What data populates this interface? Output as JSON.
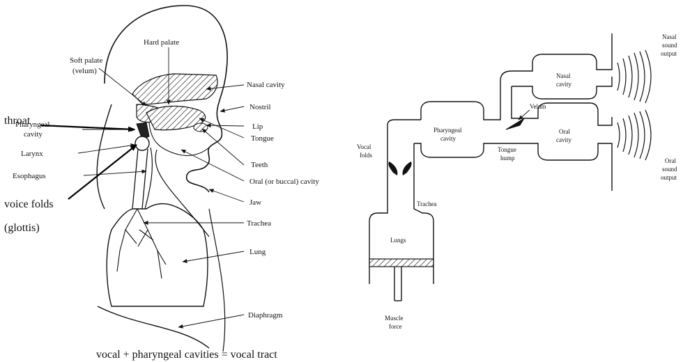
{
  "anatomy": {
    "labels": {
      "hard_palate": "Hard palate",
      "soft_palate_1": "Soft palate",
      "soft_palate_2": "(velum)",
      "nasal_cavity": "Nasal cavity",
      "nostril": "Nostril",
      "lip": "Lip",
      "tongue": "Tongue",
      "teeth": "Teeth",
      "oral_cavity": "Oral (or buccal) cavity",
      "jaw": "Jaw",
      "trachea": "Trachea",
      "lung": "Lung",
      "diaphragm": "Diaphragm",
      "pharyngeal_1": "Pharyngeal",
      "pharyngeal_2": "cavity",
      "larynx": "Larynx",
      "esophagus": "Esophagus"
    },
    "annotations": {
      "throat": "throat",
      "voice_folds": "voice folds",
      "glottis": "(glottis)"
    },
    "caption": "vocal + pharyngeal cavities = vocal tract"
  },
  "model": {
    "labels": {
      "nasal_out_1": "Nasal",
      "nasal_out_2": "sound",
      "nasal_out_3": "output",
      "nasal_cavity_1": "Nasal",
      "nasal_cavity_2": "cavity",
      "velum": "Velum",
      "pharyngeal_1": "Pharyngeal",
      "pharyngeal_2": "cavity",
      "oral_cavity_1": "Oral",
      "oral_cavity_2": "cavity",
      "vocal_folds_1": "Vocal",
      "vocal_folds_2": "folds",
      "tongue_hump_1": "Tongue",
      "tongue_hump_2": "hump",
      "oral_out_1": "Oral",
      "oral_out_2": "sound",
      "oral_out_3": "output",
      "trachea": "Trachea",
      "lungs": "Lungs",
      "muscle_1": "Muscle",
      "muscle_2": "force"
    }
  }
}
